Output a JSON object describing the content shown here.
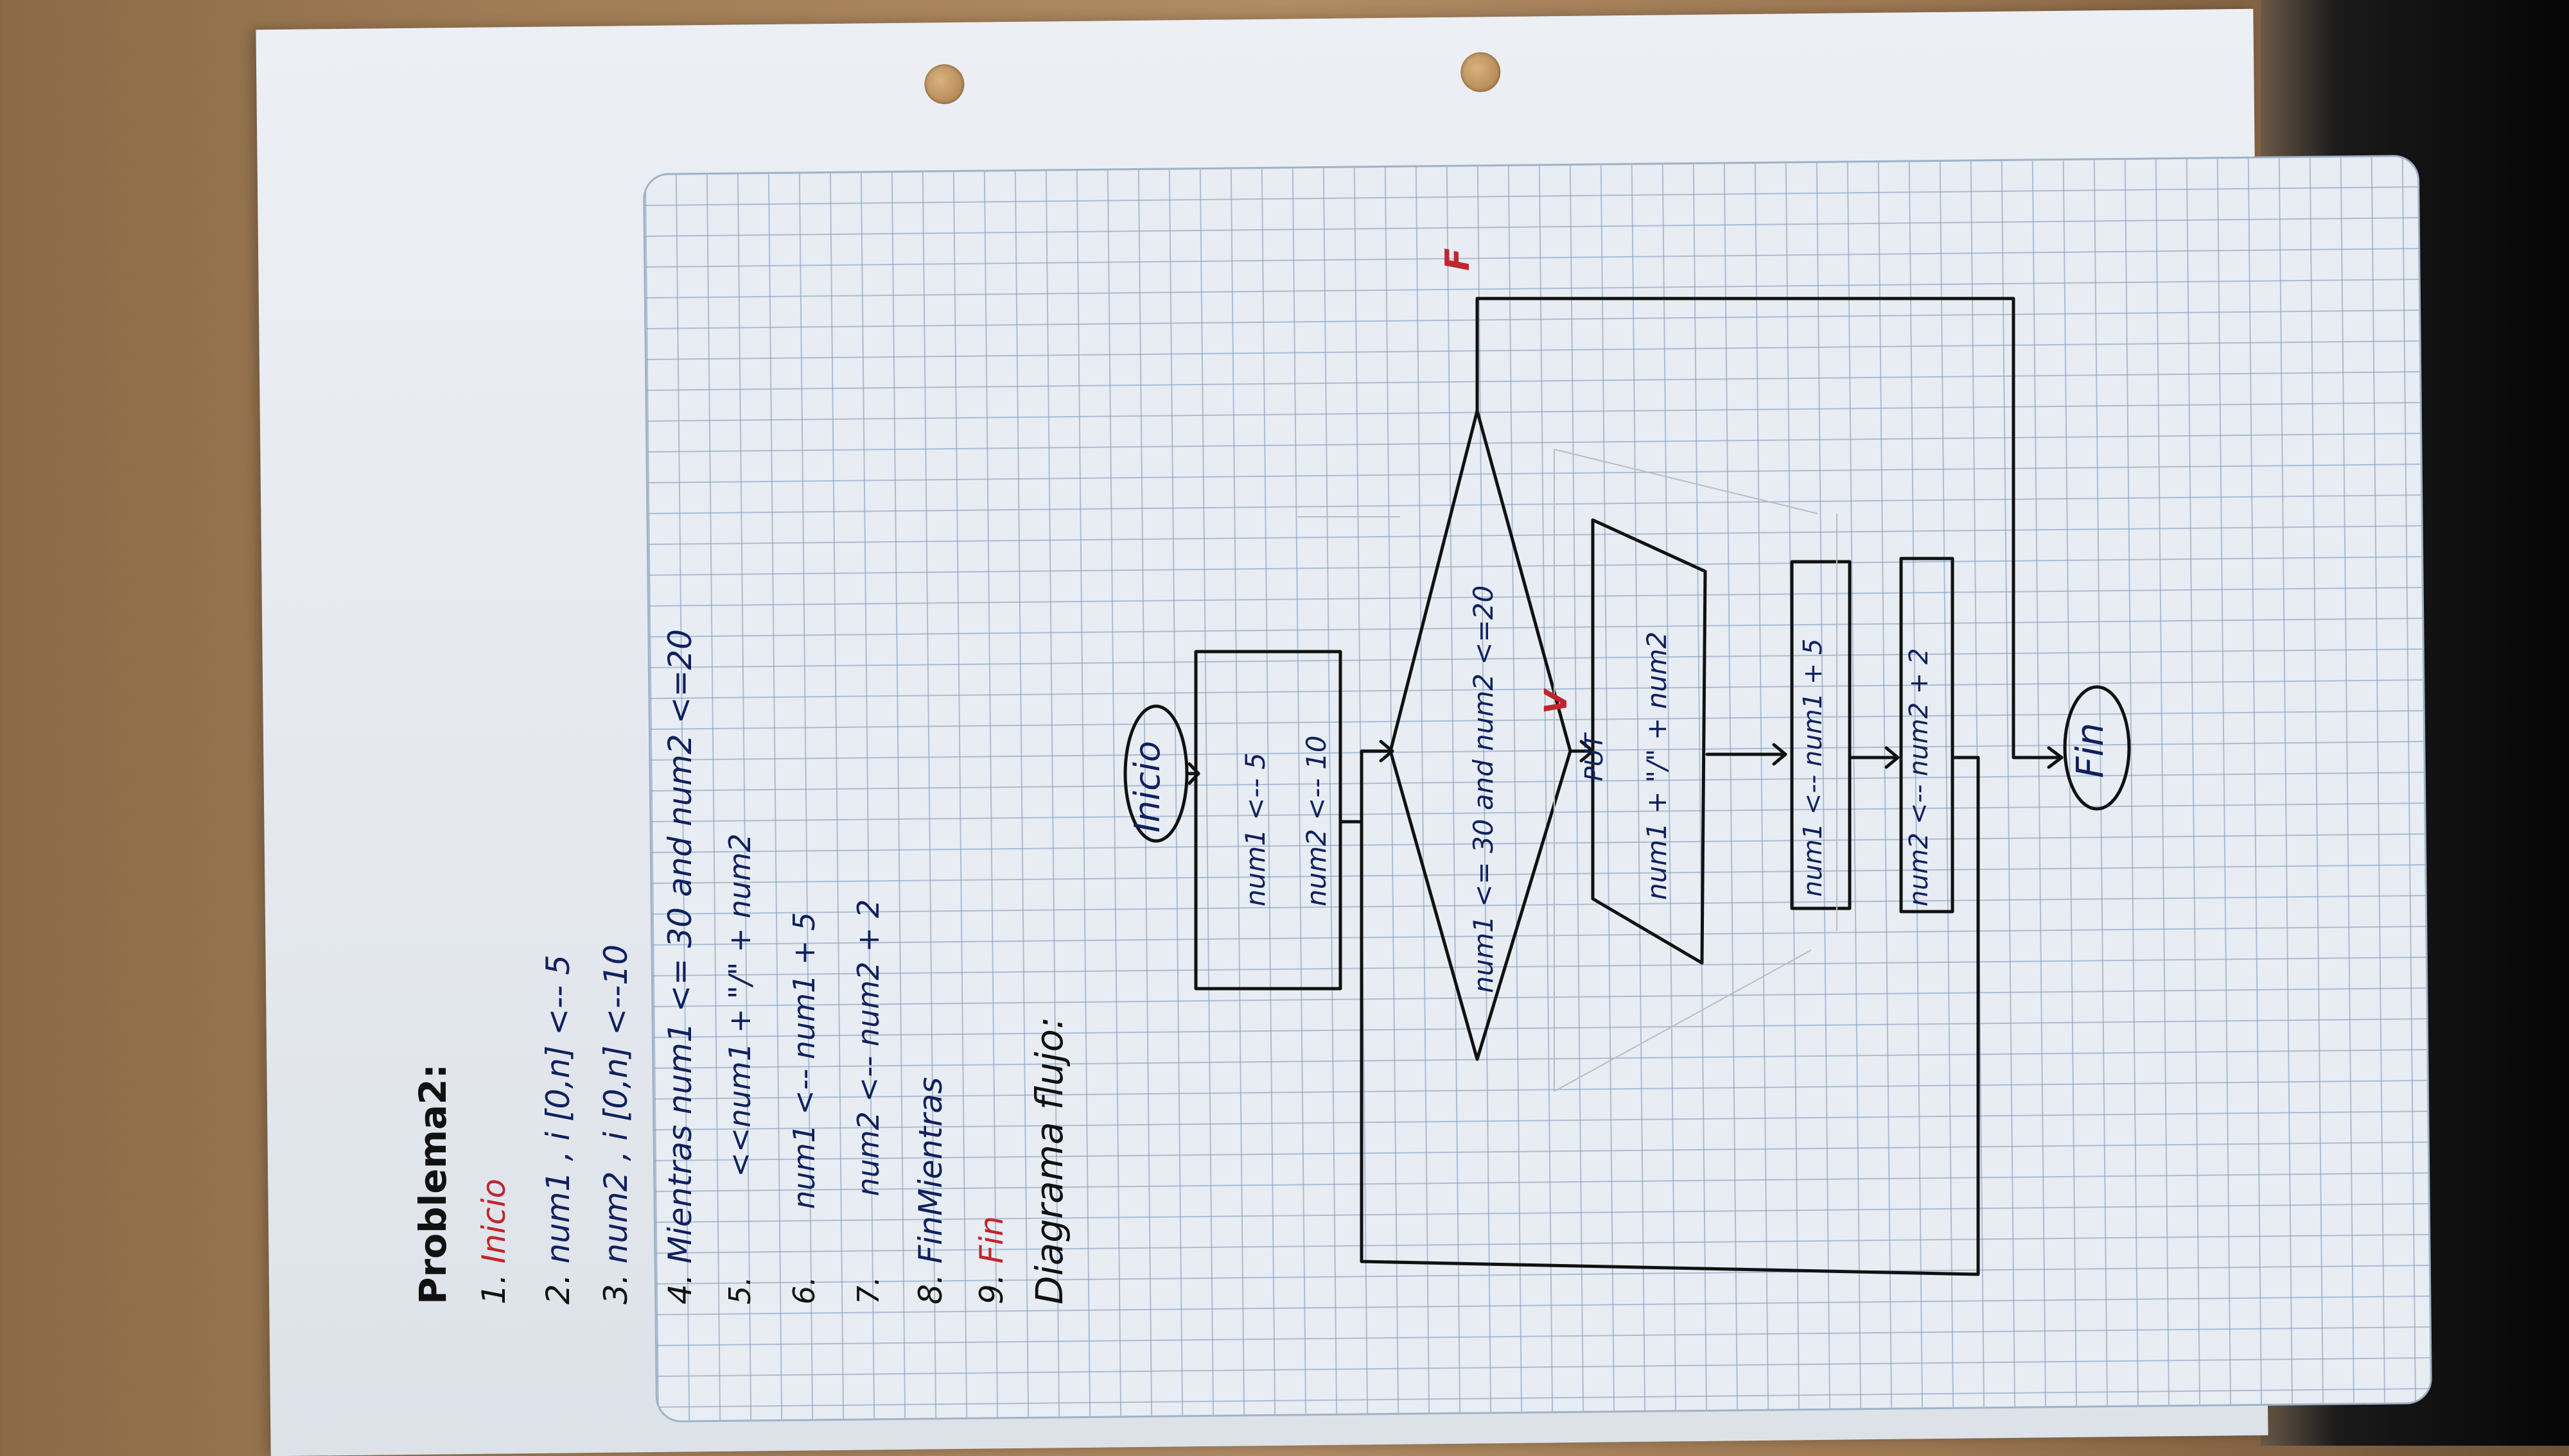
{
  "notes": {
    "title": "Problema2:",
    "lines": [
      {
        "num": "1.",
        "text": "Inicio"
      },
      {
        "num": "2.",
        "text": "num1 , i [0,n] <-- 5"
      },
      {
        "num": "3.",
        "text": "num2 , i [0,n] <--10"
      },
      {
        "num": "4.",
        "text": "Mientras  num1 <= 30  and  num2 <=20"
      },
      {
        "num": "5.",
        "text": "<<num1 + \"/\" + num2"
      },
      {
        "num": "6.",
        "text": "num1 <-- num1 + 5"
      },
      {
        "num": "7.",
        "text": "num2 <-- num2 + 2"
      },
      {
        "num": "8.",
        "text": "FinMientras"
      },
      {
        "num": "9.",
        "text": "Fin"
      }
    ],
    "diagram_heading": "Diagrama flujo:"
  },
  "flowchart": {
    "start": "Inicio",
    "init": [
      "num1 <-- 5",
      "num2 <-- 10"
    ],
    "condition": "num1 <= 30  and  num2 <=20",
    "true_label": "V",
    "false_label": "F",
    "output_keyword": "PUT",
    "output_expr": "num1 + \"/\" + num2",
    "step1": "num1 <-- num1 + 5",
    "step2": "num2 <-- num2 + 2",
    "end": "Fin"
  },
  "colors": {
    "ink_blue": "#10205e",
    "ink_red": "#c0262d",
    "ink_black": "#111111",
    "grid": "#7896b9"
  }
}
